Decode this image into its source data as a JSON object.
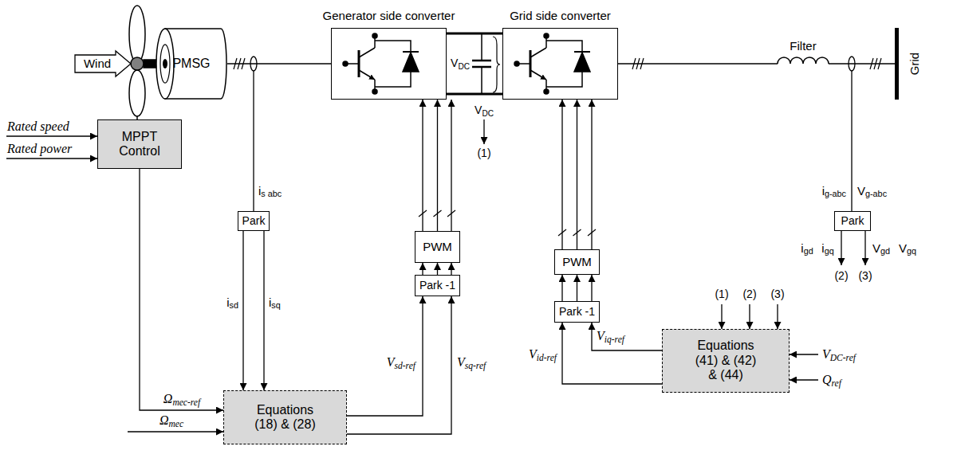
{
  "diagram": {
    "nodes": [
      {
        "text": [
          "Wind"
        ]
      },
      {
        "text": [
          "PMSG"
        ]
      },
      {
        "text": [
          "Generator side converter"
        ]
      },
      {
        "text": [
          "Grid side converter"
        ]
      },
      {
        "text": [
          "MPPT Control"
        ]
      },
      {
        "text": [
          "Park"
        ]
      },
      {
        "text": [
          "PWM"
        ]
      },
      {
        "text": [
          "Park -1"
        ]
      },
      {
        "text": [
          "Equations (18) & (28)"
        ]
      },
      {
        "text": [
          "PWM"
        ]
      },
      {
        "text": [
          "Park -1"
        ]
      },
      {
        "text": [
          "Equations (41) & (42) & (44)"
        ]
      },
      {
        "text": [
          "Park"
        ]
      }
    ],
    "edges": [
      {
        "from": 1,
        "to": 2,
        "arrow": "none"
      },
      {
        "from": 2,
        "to": 3,
        "arrow": "none"
      },
      {
        "from": 6,
        "to": 2,
        "arrow": "to"
      },
      {
        "from": 7,
        "to": 6,
        "arrow": "to"
      },
      {
        "from": 8,
        "to": 7,
        "arrow": "to"
      },
      {
        "from": 8,
        "to": 7,
        "arrow": "to"
      },
      {
        "from": 5,
        "to": 8,
        "arrow": "to"
      },
      {
        "from": 5,
        "to": 8,
        "arrow": "to"
      },
      {
        "from": 4,
        "to": 8,
        "arrow": "to"
      },
      {
        "from": 10,
        "to": 9,
        "arrow": "to"
      },
      {
        "from": 9,
        "to": 3,
        "arrow": "to"
      },
      {
        "from": 11,
        "to": 10,
        "arrow": "to"
      },
      {
        "from": 11,
        "to": 10,
        "arrow": "to"
      }
    ],
    "labels": [
      "Rated speed",
      "Rated power",
      "is abc",
      "isd",
      "isq",
      "Ωmec-ref",
      "Ωmec",
      "Vsd-ref",
      "Vsq-ref",
      "VDC",
      "VDC",
      "(1)",
      "Filter",
      "Grid",
      "ig-abc",
      "Vg-abc",
      "igd",
      "igq",
      "Vgd",
      "Vgq",
      "(2)",
      "(3)",
      "Vid-ref",
      "Viq-ref",
      "(1)",
      "(2)",
      "(3)",
      "VDC-ref",
      "Qref"
    ]
  }
}
